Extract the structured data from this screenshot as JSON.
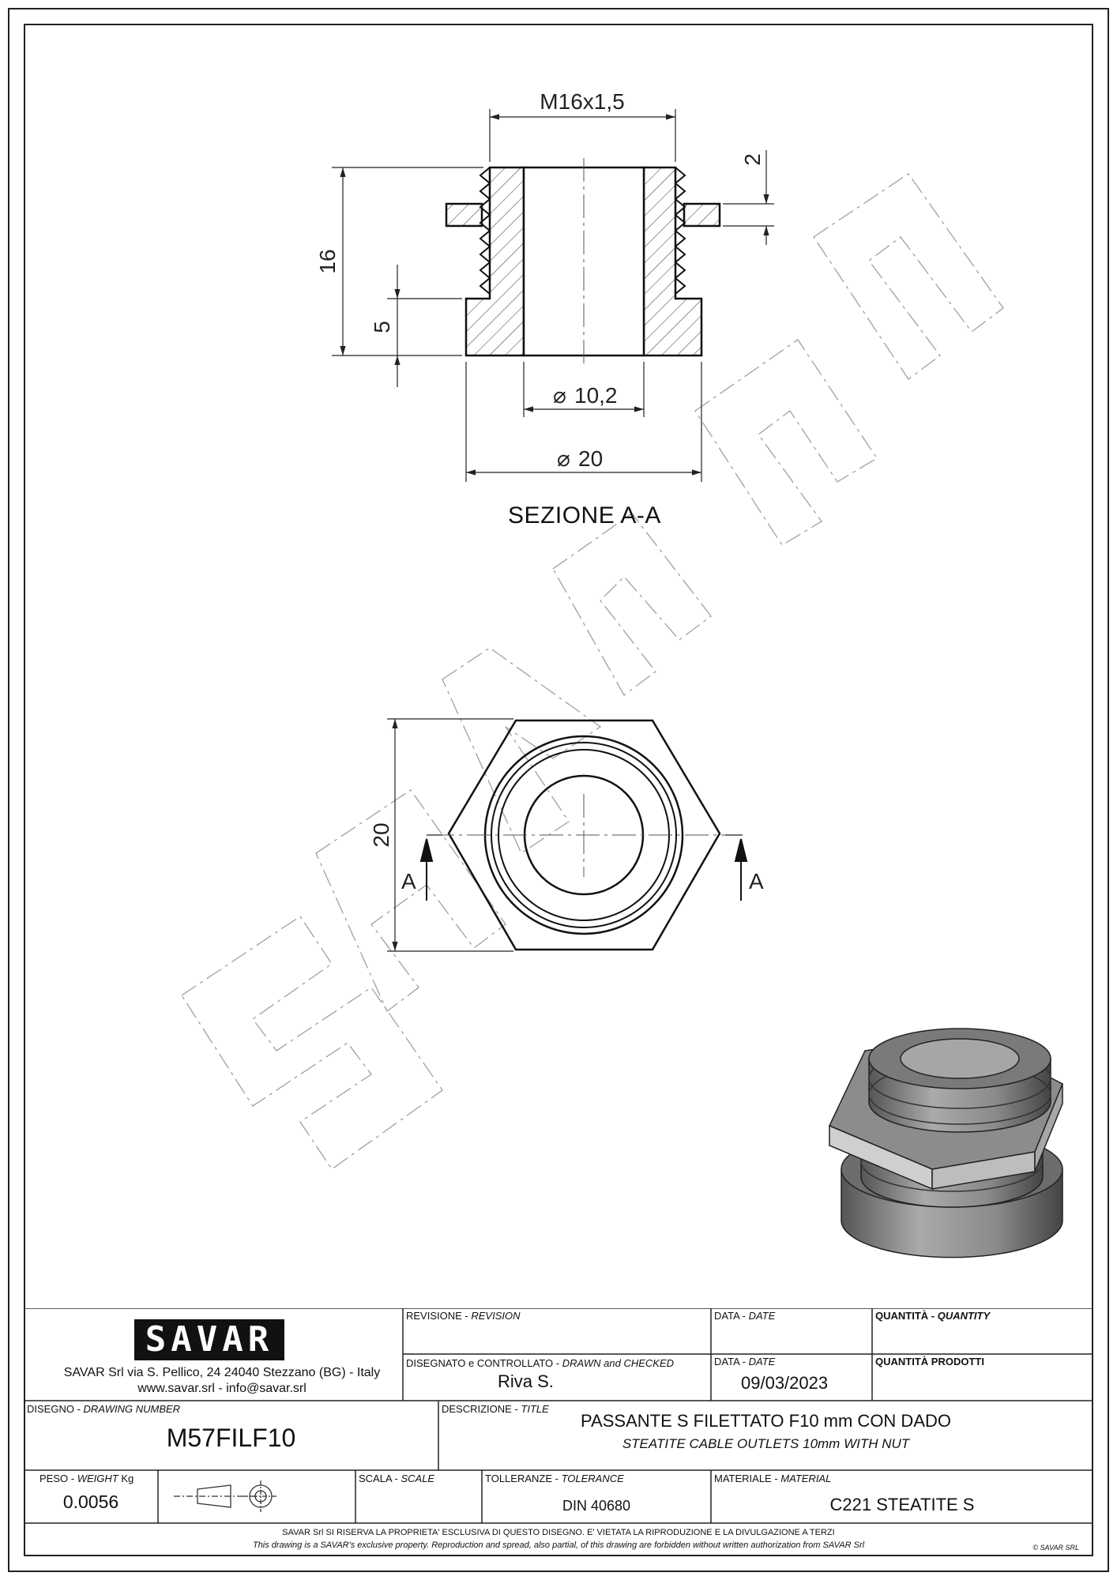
{
  "drawing": {
    "dims": {
      "thread": "M16x1,5",
      "height": "16",
      "nut_thickness": "2",
      "flange": "5",
      "bore": "10,2",
      "outer": "20",
      "hex": "20"
    },
    "diameter_symbol": "⌀",
    "section_label": "SEZIONE A-A",
    "section_mark": "A",
    "watermark": "SAVAR"
  },
  "title_block": {
    "logo_text": "SAVAR",
    "company": {
      "line1": "SAVAR Srl via S. Pellico, 24  24040 Stezzano (BG) - Italy",
      "line2": "www.savar.srl  -  info@savar.srl"
    },
    "revision": {
      "label": "REVISIONE - ",
      "label_en": "REVISION",
      "value": ""
    },
    "date1": {
      "label": "DATA - ",
      "label_en": "DATE",
      "value": ""
    },
    "quantity": {
      "label": "QUANTITÀ - ",
      "label_en": "QUANTITY",
      "value": ""
    },
    "drawn": {
      "label": "DISEGNATO e CONTROLLATO - ",
      "label_en": "DRAWN and CHECKED",
      "value": "Riva S."
    },
    "date2": {
      "label": "DATA - ",
      "label_en": "DATE",
      "value": "09/03/2023"
    },
    "quantity_products": {
      "label": "QUANTITÀ  PRODOTTI",
      "value": ""
    },
    "drawing_number": {
      "label": "DISEGNO - ",
      "label_en": "DRAWING NUMBER",
      "value": "M57FILF10"
    },
    "description": {
      "label": "DESCRIZIONE - ",
      "label_en": "TITLE",
      "value": "PASSANTE S FILETTATO F10 mm CON DADO",
      "value_en": "STEATITE CABLE OUTLETS 10mm WITH NUT"
    },
    "weight": {
      "label": "PESO - ",
      "label_en": "WEIGHT",
      "unit": "Kg",
      "value": "0.0056"
    },
    "scale": {
      "label": "SCALA - ",
      "label_en": "SCALE",
      "value": ""
    },
    "tolerance": {
      "label": "TOLLERANZE - ",
      "label_en": "TOLERANCE",
      "value": "DIN 40680"
    },
    "material": {
      "label": "MATERIALE - ",
      "label_en": "MATERIAL",
      "value": "C221 STEATITE S"
    },
    "footer_it": "SAVAR Srl SI RISERVA LA PROPRIETA' ESCLUSIVA DI QUESTO DISEGNO. E' VIETATA LA RIPRODUZIONE E LA DIVULGAZIONE A TERZI",
    "footer_en": "This drawing is a SAVAR's exclusive property. Reproduction and spread, also partial, of this drawing are forbidden without written authorization from SAVAR Srl",
    "copyright": "© SAVAR SRL"
  }
}
